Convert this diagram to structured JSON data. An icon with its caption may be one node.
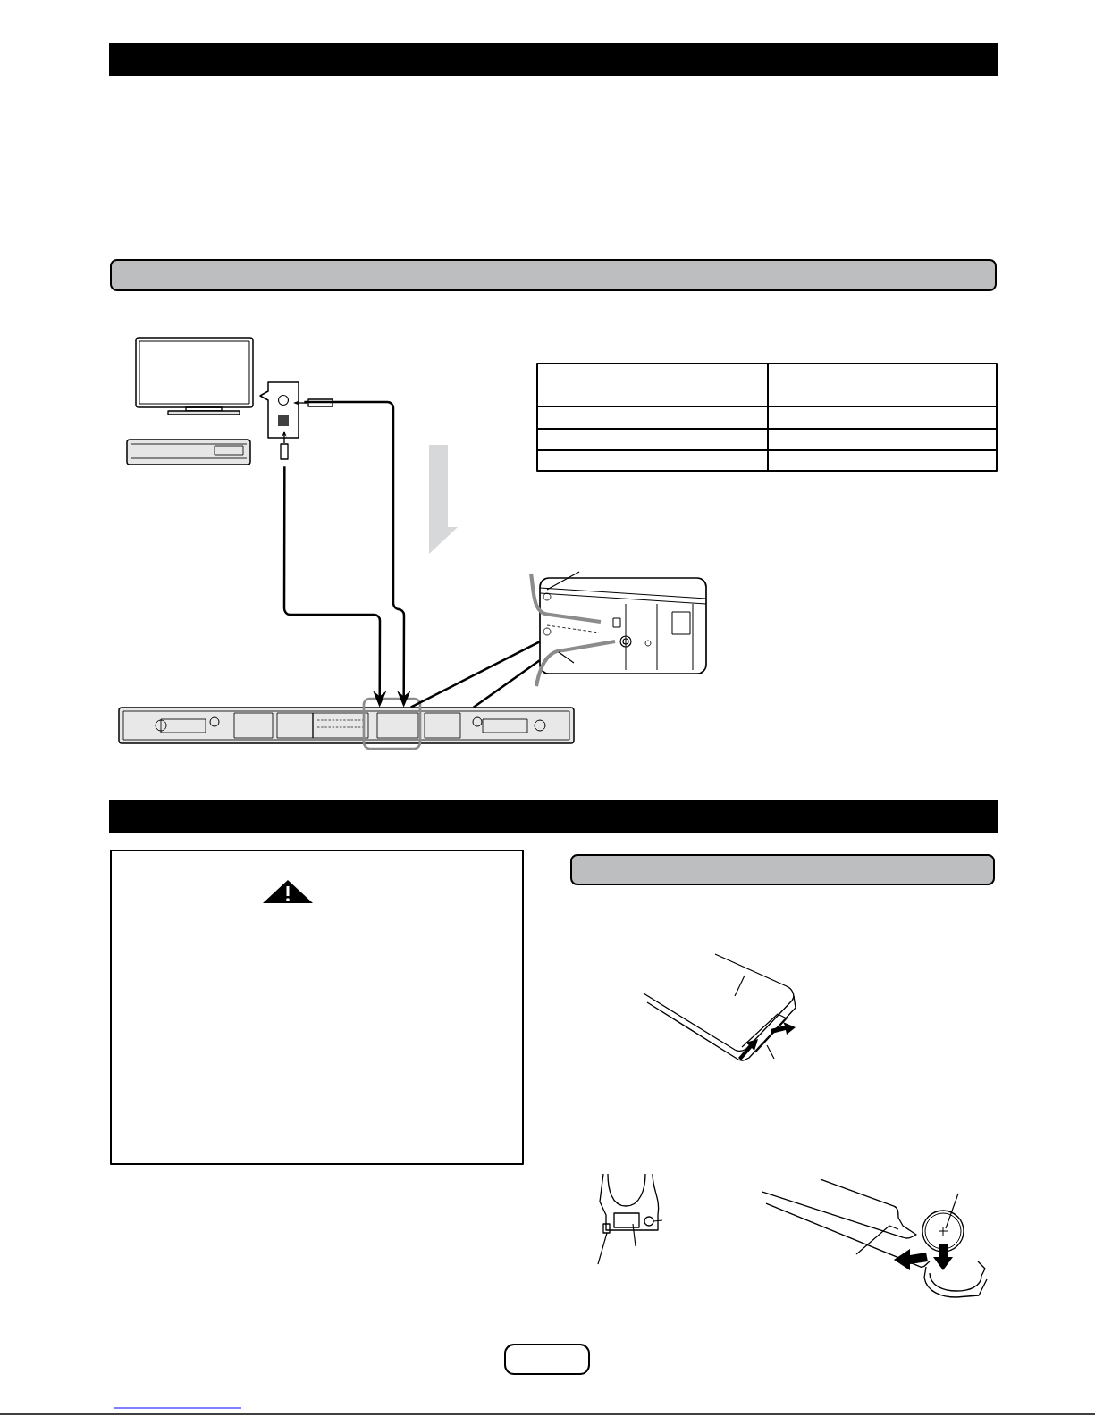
{
  "diagram": {
    "nodes": [
      {
        "text": [],
        "shape": "bar"
      },
      {
        "text": [],
        "shape": "bar"
      },
      {
        "text": [],
        "shape": "picture"
      },
      {
        "text": [],
        "shape": "picture"
      },
      {
        "text": [],
        "shape": "picture"
      },
      {
        "text": [],
        "shape": "bar"
      },
      {
        "text": [],
        "shape": "box"
      },
      {
        "text": [],
        "shape": "bar"
      },
      {
        "text": [],
        "shape": "box"
      }
    ],
    "edges": [
      {
        "from": 2,
        "to": 3,
        "arrow": "to"
      },
      {
        "from": 2,
        "to": 3,
        "arrow": "to"
      },
      {
        "from": 3,
        "to": 4,
        "arrow": "none"
      },
      {
        "from": 3,
        "to": 4,
        "arrow": "none"
      }
    ]
  }
}
